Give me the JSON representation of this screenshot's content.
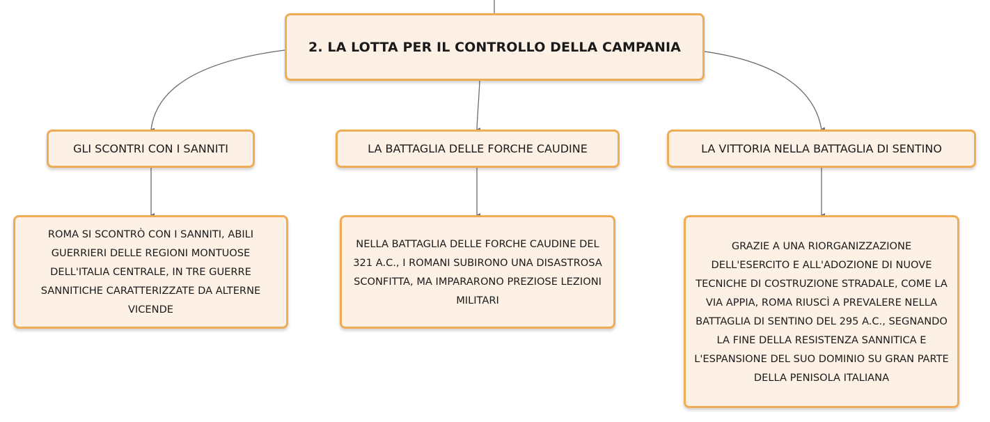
{
  "map": {
    "root": {
      "title": "2. LA LOTTA PER IL CONTROLLO DELLA CAMPANIA"
    },
    "topics": [
      {
        "title": "GLI SCONTRI CON I SANNITI",
        "detail": "ROMA SI SCONTRÒ CON I SANNITI, ABILI GUERRIERI DELLE REGIONI MONTUOSE DELL'ITALIA CENTRALE, IN TRE GUERRE SANNITICHE CARATTERIZZATE DA ALTERNE VICENDE"
      },
      {
        "title": "LA BATTAGLIA DELLE FORCHE CAUDINE",
        "detail": "NELLA BATTAGLIA DELLE FORCHE CAUDINE DEL 321 A.C., I ROMANI SUBIRONO UNA DISASTROSA SCONFITTA, MA IMPARARONO PREZIOSE LEZIONI MILITARI"
      },
      {
        "title": "LA VITTORIA NELLA BATTAGLIA DI SENTINO",
        "detail": "GRAZIE A UNA RIORGANIZZAZIONE DELL'ESERCITO E ALL'ADOZIONE DI NUOVE TECNICHE DI COSTRUZIONE STRADALE, COME LA VIA APPIA, ROMA RIUSCÌ A PREVALERE NELLA BATTAGLIA DI SENTINO DEL 295 A.C., SEGNANDO LA FINE DELLA RESISTENZA SANNITICA E L'ESPANSIONE DEL SUO DOMINIO SU GRAN PARTE DELLA PENISOLA ITALIANA"
      }
    ]
  },
  "colors": {
    "node_fill": "#fdf1e5",
    "node_border": "#f0ab55",
    "connector": "#6b6b6b",
    "text": "#1a1a1a"
  }
}
